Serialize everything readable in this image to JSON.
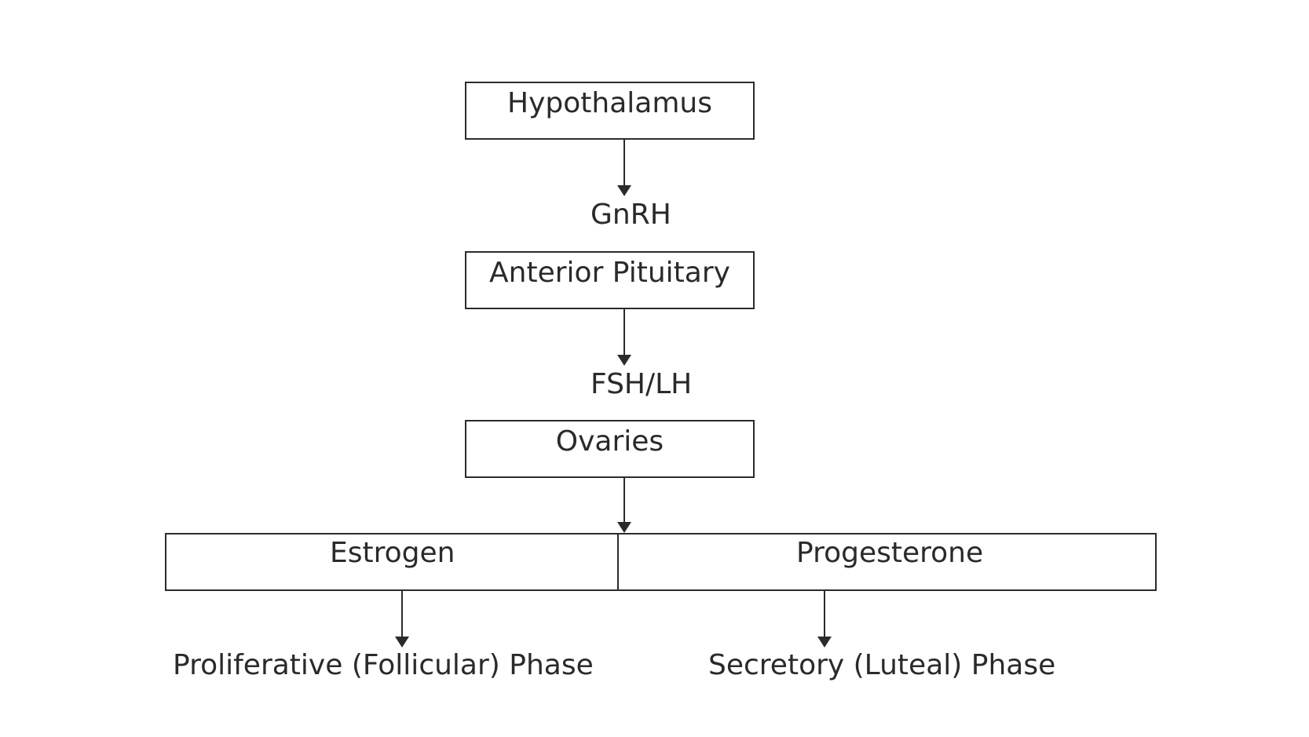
{
  "nodes": {
    "hypothalamus": "Hypothalamus",
    "anterior_pituitary": "Anterior Pituitary",
    "ovaries": "Ovaries",
    "estrogen": "Estrogen",
    "progesterone": "Progesterone"
  },
  "hormones": {
    "gnrh": "GnRH",
    "fsh_lh": "FSH/LH"
  },
  "outcomes": {
    "proliferative": "Proliferative (Follicular) Phase",
    "secretory": "Secretory (Luteal) Phase"
  },
  "colors": {
    "line": "#2b2b2b",
    "text": "#2a2a2a",
    "background": "#ffffff"
  }
}
